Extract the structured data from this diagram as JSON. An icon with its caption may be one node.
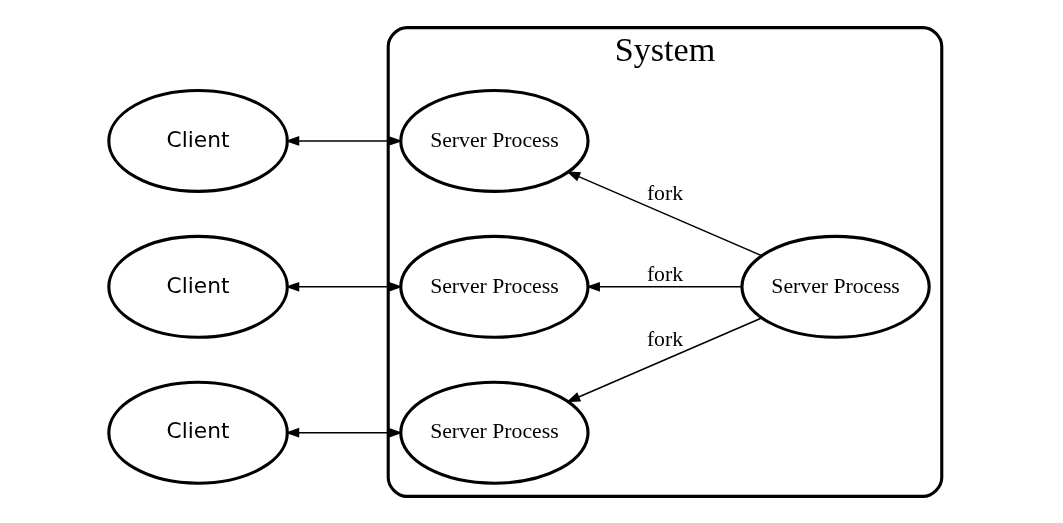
{
  "diagram": {
    "nodes": [
      {
        "text": [
          "System"
        ]
      },
      {
        "text": [
          "Client"
        ]
      },
      {
        "text": [
          "Server Process"
        ],
        "in": 0
      },
      {
        "text": [
          "Server Process"
        ],
        "in": 0
      },
      {
        "text": [
          "Client"
        ]
      },
      {
        "text": [
          "Server Process"
        ],
        "in": 0
      },
      {
        "text": [
          "Server Process"
        ],
        "in": 0
      },
      {
        "text": [
          "Client"
        ]
      }
    ],
    "edges": [
      {
        "from": 1,
        "to": 2,
        "arrow": "both"
      },
      {
        "from": 3,
        "to": 2,
        "arrow": "to",
        "label": "fork"
      },
      {
        "from": 3,
        "to": 5,
        "arrow": "to",
        "label": "fork"
      },
      {
        "from": 3,
        "to": 6,
        "arrow": "to",
        "label": "fork"
      },
      {
        "from": 4,
        "to": 5,
        "arrow": "both"
      },
      {
        "from": 7,
        "to": 6,
        "arrow": "both"
      }
    ]
  }
}
